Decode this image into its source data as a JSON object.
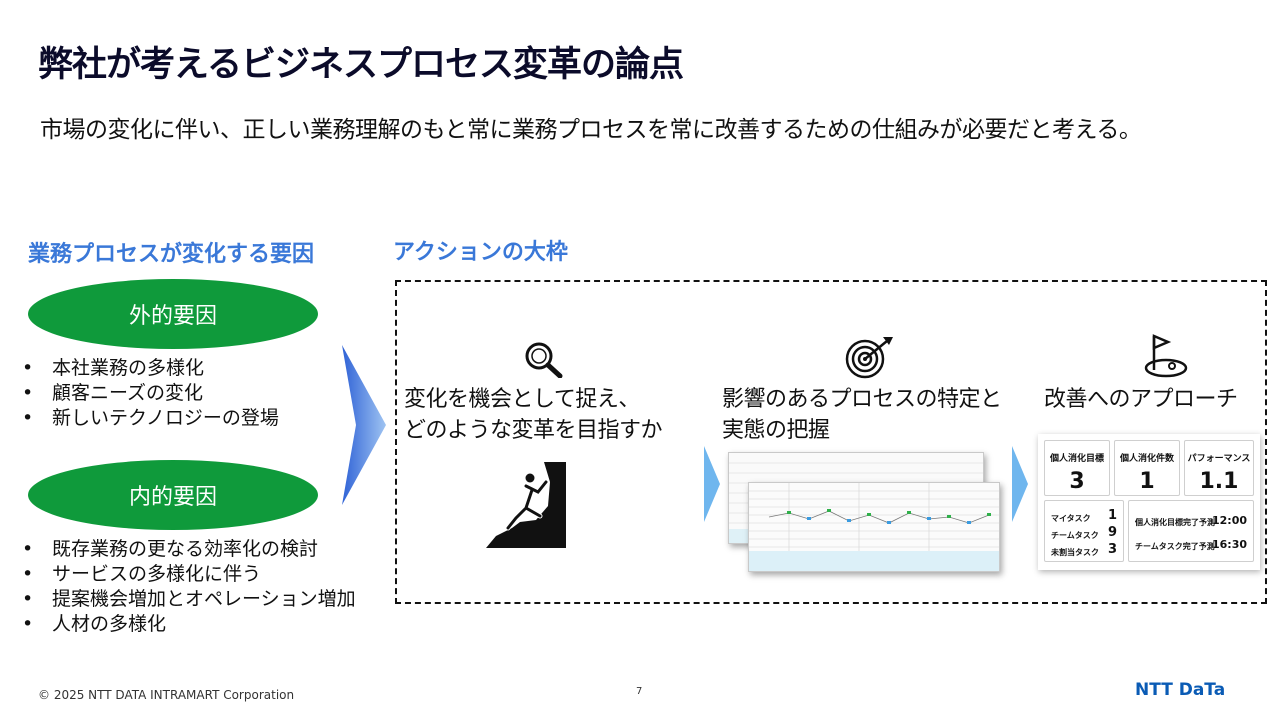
{
  "title": "弊社が考えるビジネスプロセス変革の論点",
  "subtitle": "市場の変化に伴い、正しい業務理解のもと常に業務プロセスを常に改善するための仕組みが必要だと考える。",
  "left": {
    "heading": "業務プロセスが変化する要因",
    "external": {
      "label": "外的要因",
      "items": [
        "本社業務の多様化",
        "顧客ニーズの変化",
        "新しいテクノロジーの登場"
      ]
    },
    "internal": {
      "label": "内的要因",
      "items": [
        "既存業務の更なる効率化の検討",
        "サービスの多様化に伴う",
        "提案機会増加とオペレーション増加",
        "人材の多様化"
      ]
    }
  },
  "right": {
    "heading": "アクションの大枠",
    "steps": [
      {
        "line1": "変化を機会として捉え、",
        "line2": "どのような変革を目指すか",
        "icon": "magnifier-icon"
      },
      {
        "line1": "影響のあるプロセスの特定と",
        "line2": "実態の把握",
        "icon": "target-icon"
      },
      {
        "line1": "改善へのアプローチ",
        "line2": "",
        "icon": "golf-flag-icon"
      }
    ]
  },
  "dashboard": {
    "cards": [
      {
        "label": "個人消化目標",
        "value": "3"
      },
      {
        "label": "個人消化件数",
        "value": "1"
      },
      {
        "label": "パフォーマンス",
        "value": "1.1"
      }
    ],
    "tasks": [
      {
        "label": "マイタスク",
        "value": "1"
      },
      {
        "label": "チームタスク",
        "value": "9"
      },
      {
        "label": "未割当タスク",
        "value": "3"
      }
    ],
    "forecasts": [
      {
        "label": "個人消化目標完了予測",
        "value": "12:00"
      },
      {
        "label": "チームタスク完了予測",
        "value": "16:30"
      }
    ]
  },
  "colors": {
    "accent_blue": "#3a78d8",
    "oval_green": "#0f9a3b",
    "arrow_blue": "#6fb6ee",
    "logo_blue": "#0a5bb5"
  },
  "footer": {
    "copyright": "© 2025 NTT DATA INTRAMART Corporation",
    "page": "7",
    "logo": "NTT DaTa"
  }
}
